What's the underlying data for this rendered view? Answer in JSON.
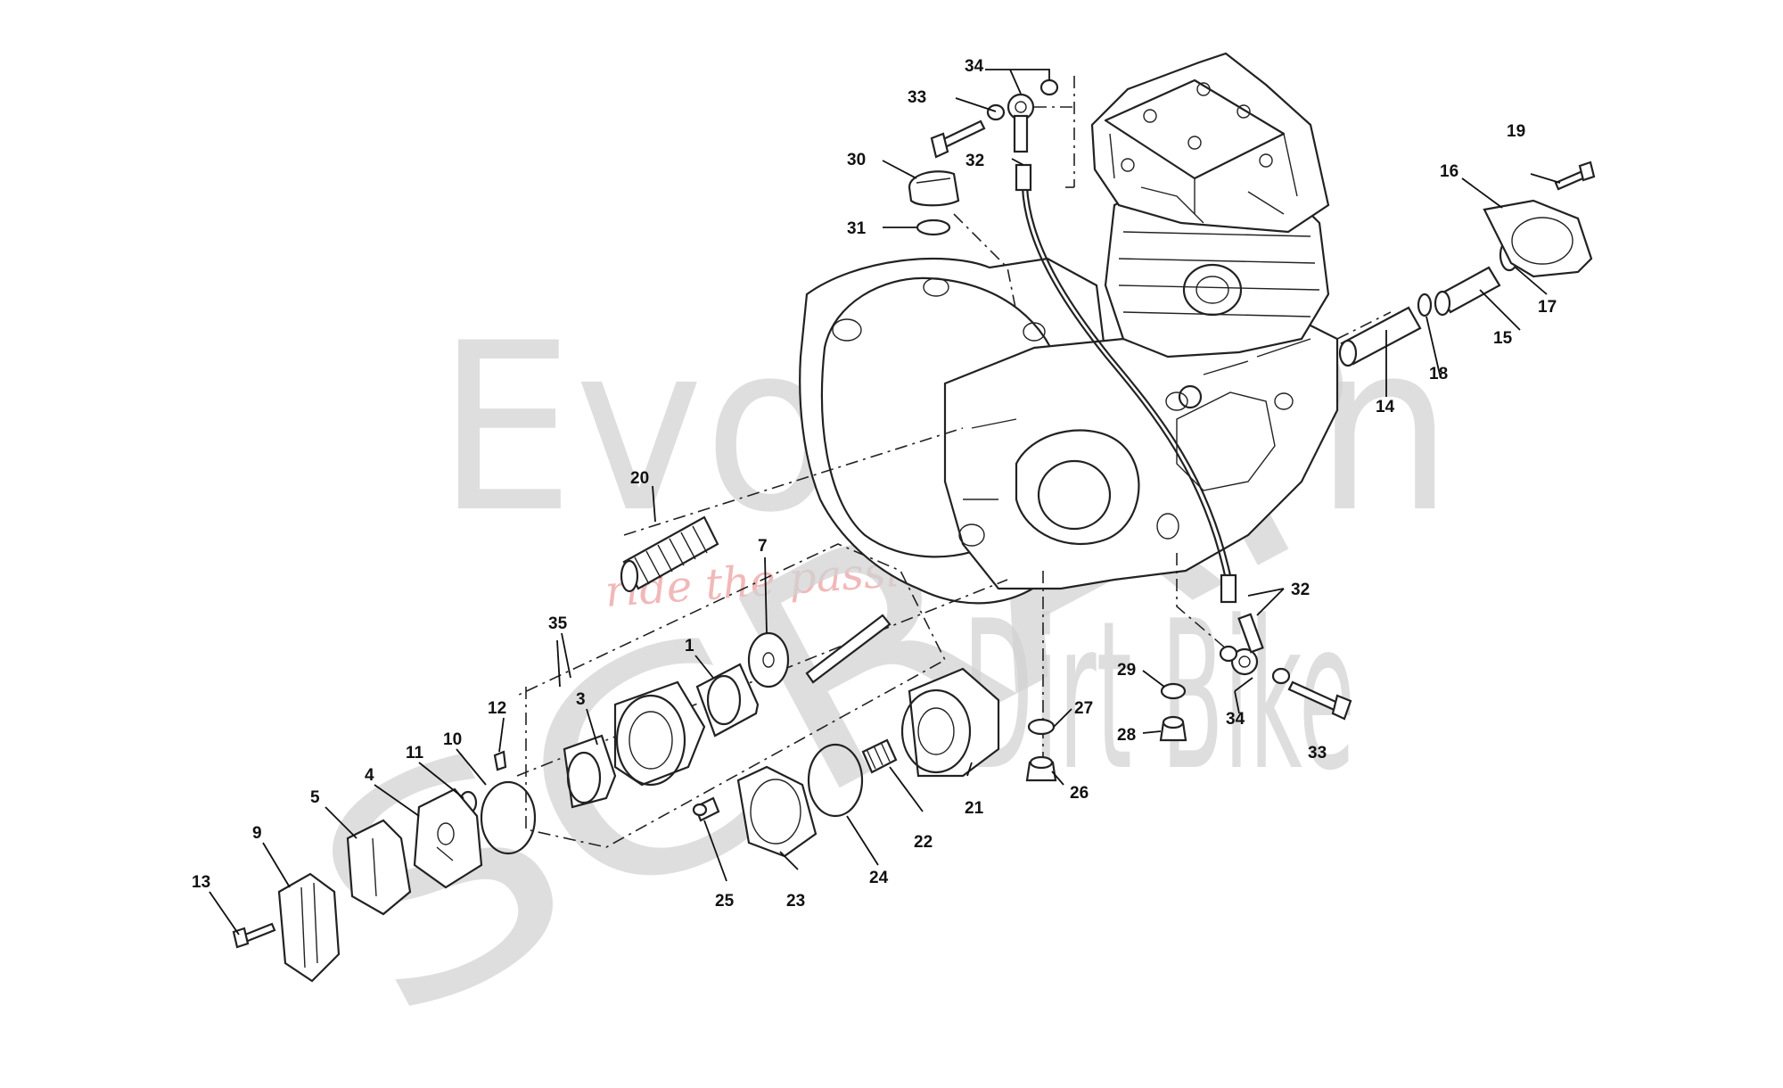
{
  "watermark": {
    "line1": "Evolution",
    "line2": "Dirt Bike",
    "tagline": "ride the passion",
    "stamp": "SCRAP",
    "color_grey": "#d3d3d3",
    "color_red": "#f1b9b9"
  },
  "callouts": [
    "1",
    "3",
    "4",
    "5",
    "7",
    "9",
    "10",
    "11",
    "12",
    "13",
    "14",
    "15",
    "16",
    "17",
    "18",
    "19",
    "20",
    "21",
    "22",
    "23",
    "24",
    "25",
    "26",
    "27",
    "28",
    "29",
    "30",
    "31",
    "32",
    "32",
    "33",
    "33",
    "34",
    "34",
    "35"
  ]
}
